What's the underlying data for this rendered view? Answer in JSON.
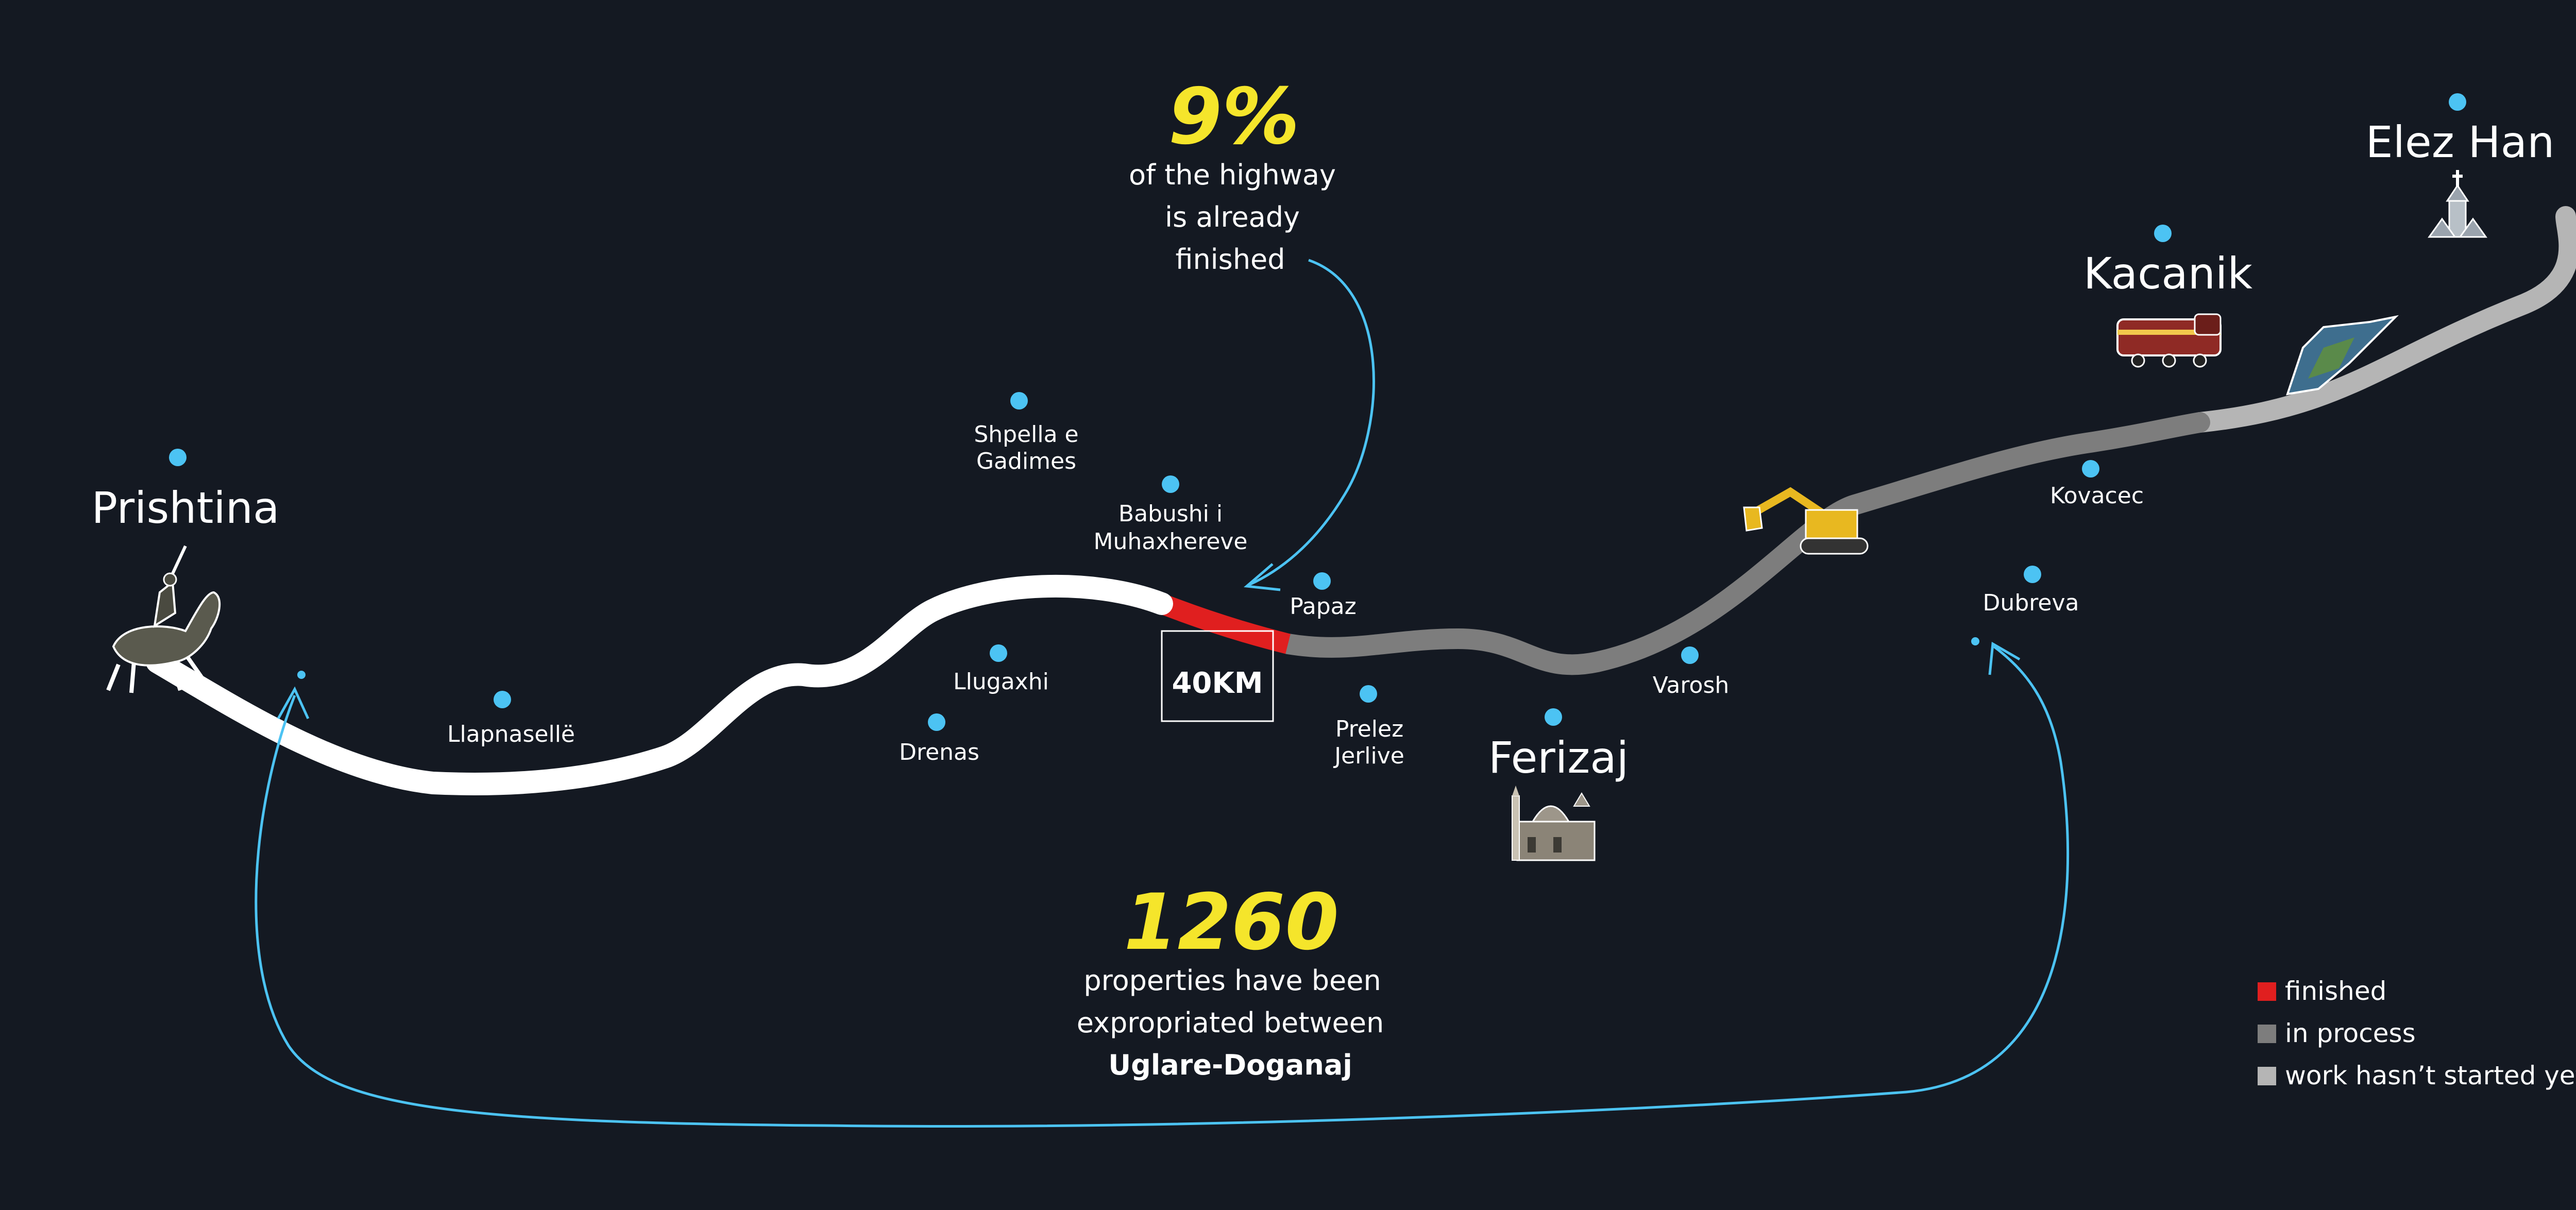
{
  "colors": {
    "background": "#141922",
    "finished": "#e01f1f",
    "in_process": "#7d7d7d",
    "not_started": "#b5b5b5",
    "done_route": "#ffffff",
    "marker": "#4cc3f3",
    "highlight": "#f5e52b"
  },
  "cities": {
    "prishtina": "Prishtina",
    "ferizaj": "Ferizaj",
    "kacanik": "Kacanik",
    "elez_han": "Elez Han"
  },
  "places": {
    "llapnaselle": "Llapnasellë",
    "drenas": "Drenas",
    "llugaxhi": "Llugaxhi",
    "shpella_line1": "Shpella e",
    "shpella_line2": "Gadimes",
    "babushi_line1": "Babushi i",
    "babushi_line2": "Muhaxhereve",
    "papaz": "Papaz",
    "prelez_line1": "Prelez",
    "prelez_line2": "Jerlive",
    "varosh": "Varosh",
    "kovacec": "Kovacec",
    "dubreva": "Dubreva"
  },
  "callout_top": {
    "value": "9%",
    "line1": "of the highway",
    "line2": "is already",
    "line3": "finished"
  },
  "callout_bottom": {
    "value": "1260",
    "line1": "properties have been",
    "line2": "expropriated between",
    "line3": "Uglare-Doganaj"
  },
  "segment_label": "40KM",
  "legend": {
    "finished": "finished",
    "in_process": "in process",
    "not_started": "work hasn’t started yet"
  },
  "icons": {
    "prishtina": "equestrian-statue-icon",
    "ferizaj": "mosque-church-icon",
    "kacanik": "train-icon",
    "elez_han": "church-icon",
    "construction": "excavator-icon",
    "terrain": "satellite-terrain-icon"
  }
}
